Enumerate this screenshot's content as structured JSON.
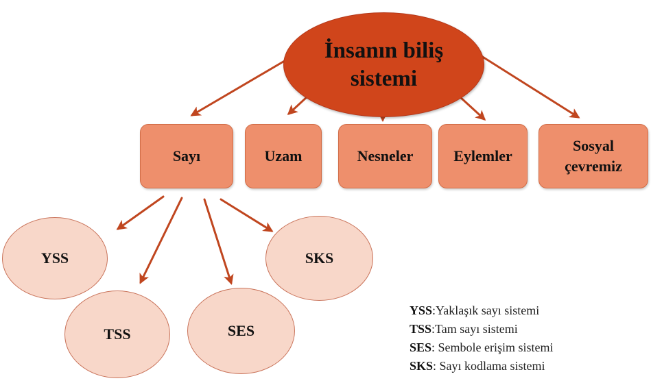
{
  "root": {
    "line1": "İnsanın biliş",
    "line2": "sistemi"
  },
  "categories": {
    "sayi": "Sayı",
    "uzam": "Uzam",
    "nesneler": "Nesneler",
    "eylemler": "Eylemler",
    "sosyal_line1": "Sosyal",
    "sosyal_line2": "çevremiz"
  },
  "subsystems": {
    "yss": "YSS",
    "tss": "TSS",
    "ses": "SES",
    "sks": "SKS"
  },
  "legend": [
    {
      "abbr": "YSS",
      "sep": ":",
      "text": "Yaklaşık sayı sistemi"
    },
    {
      "abbr": "TSS",
      "sep": ":",
      "text": "Tam sayı sistemi"
    },
    {
      "abbr": "SES",
      "sep": ": ",
      "text": "Sembole erişim sistemi"
    },
    {
      "abbr": "SKS",
      "sep": ": ",
      "text": "Sayı kodlama sistemi"
    }
  ],
  "colors": {
    "root_fill": "#d0451b",
    "category_fill": "#ee8f6c",
    "subsystem_fill": "#f8d7c9",
    "arrow": "#c0461f"
  }
}
